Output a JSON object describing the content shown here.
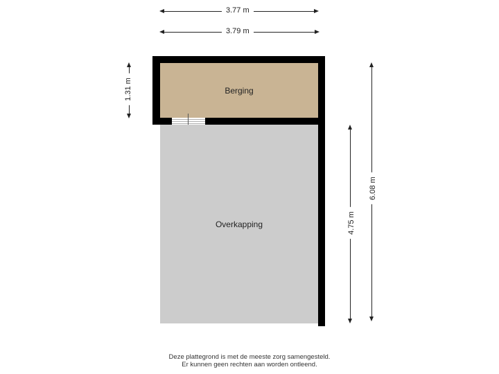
{
  "floorplan": {
    "rooms": [
      {
        "name": "Berging",
        "fill": "#c9b494"
      },
      {
        "name": "Overkapping",
        "fill": "#cccccc"
      }
    ],
    "dimensions": {
      "top_inner": "3.77 m",
      "top_outer": "3.79 m",
      "left_berging_height": "1.31 m",
      "right_overkapping_height": "4.75 m",
      "right_total_height": "6.08 m"
    },
    "wall_color": "#000000"
  },
  "disclaimer": {
    "line1": "Deze plattegrond is met de meeste zorg samengesteld.",
    "line2": "Er kunnen geen rechten aan worden ontleend."
  }
}
